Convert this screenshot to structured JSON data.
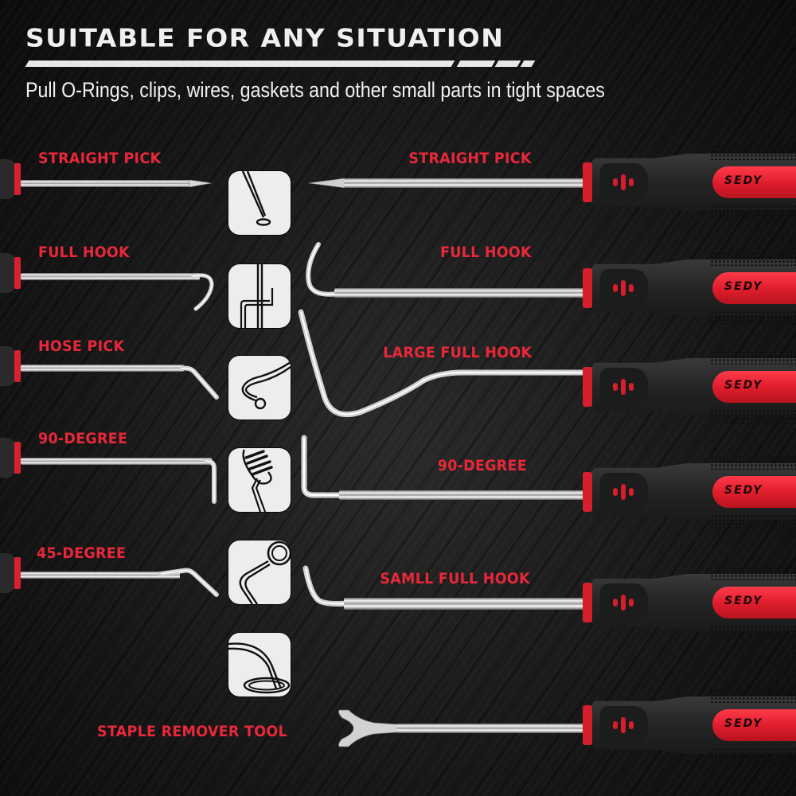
{
  "header": {
    "title": "SUITABLE FOR ANY SITUATION",
    "subtitle": "Pull O-Rings, clips, wires, gaskets and other small parts in tight spaces"
  },
  "colors": {
    "background": "#141414",
    "label_red": "#e8283a",
    "handle_red": "#d61f2d",
    "tile_bg": "#ededed",
    "text_white": "#f0f0f0"
  },
  "left_tools": [
    {
      "label": "STRAIGHT PICK",
      "tip": "straight"
    },
    {
      "label": "FULL HOOK",
      "tip": "full-hook"
    },
    {
      "label": "HOSE PICK",
      "tip": "hose-pick"
    },
    {
      "label": "90-DEGREE",
      "tip": "90-degree"
    },
    {
      "label": "45-DEGREE",
      "tip": "45-degree"
    }
  ],
  "icons": [
    {
      "name": "straight-pick-oring-icon"
    },
    {
      "name": "full-hook-gap-icon"
    },
    {
      "name": "hose-pick-ring-icon"
    },
    {
      "name": "spring-hook-icon"
    },
    {
      "name": "angled-pick-oring-icon"
    },
    {
      "name": "gasket-pull-icon"
    }
  ],
  "right_tools": [
    {
      "label": "STRAIGHT PICK",
      "brand": "SEDY"
    },
    {
      "label": "FULL HOOK",
      "brand": "SEDY"
    },
    {
      "label": "LARGE FULL HOOK",
      "brand": "SEDY"
    },
    {
      "label": "90-DEGREE",
      "brand": "SEDY"
    },
    {
      "label": "SAMLL FULL HOOK",
      "brand": "SEDY"
    },
    {
      "label": "STAPLE REMOVER TOOL",
      "brand": "SEDY"
    }
  ]
}
